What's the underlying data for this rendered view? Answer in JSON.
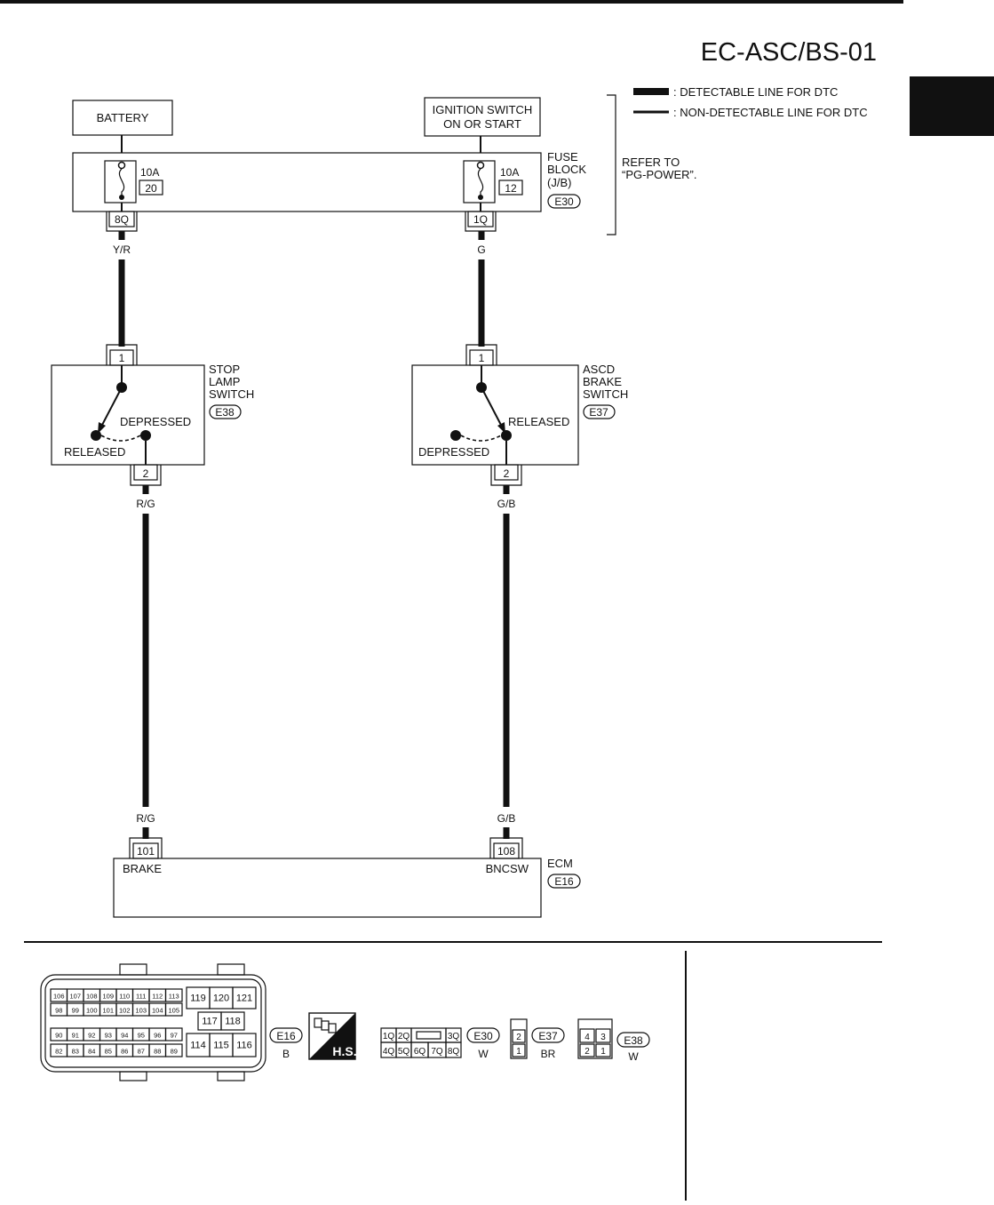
{
  "page_code": "EC-ASC/BS-01",
  "legend": {
    "detectable": ": DETECTABLE LINE FOR DTC",
    "non_detectable": ": NON-DETECTABLE LINE FOR DTC"
  },
  "refer": {
    "line1": "REFER TO",
    "line2": "“PG-POWER”."
  },
  "battery": "BATTERY",
  "ignition": {
    "line1": "IGNITION SWITCH",
    "line2": "ON OR START"
  },
  "fuse_block": {
    "line1": "FUSE",
    "line2": "BLOCK",
    "line3": "(J/B)",
    "connector": "E30",
    "fuse_left": {
      "amps": "10A",
      "number": "20",
      "terminal": "8Q"
    },
    "fuse_right": {
      "amps": "10A",
      "number": "12",
      "terminal": "1Q"
    }
  },
  "wires": {
    "yr": "Y/R",
    "g": "G",
    "rg_top": "R/G",
    "gb_top": "G/B",
    "rg_bottom": "R/G",
    "gb_bottom": "G/B"
  },
  "stop_lamp": {
    "line1": "STOP",
    "line2": "LAMP",
    "line3": "SWITCH",
    "connector": "E38",
    "pin_in": "1",
    "pin_out": "2",
    "depressed": "DEPRESSED",
    "released": "RELEASED"
  },
  "ascd_brake": {
    "line1": "ASCD",
    "line2": "BRAKE",
    "line3": "SWITCH",
    "connector": "E37",
    "pin_in": "1",
    "pin_out": "2",
    "released": "RELEASED",
    "depressed": "DEPRESSED"
  },
  "ecm": {
    "label": "ECM",
    "connector": "E16",
    "pin_left": "101",
    "pin_right": "108",
    "term_left": "BRAKE",
    "term_right": "BNCSW"
  },
  "connector_views": {
    "e16": {
      "rows_left": [
        [
          "106",
          "107",
          "108",
          "109",
          "110",
          "111",
          "112",
          "113"
        ],
        [
          "98",
          "99",
          "100",
          "101",
          "102",
          "103",
          "104",
          "105"
        ],
        [
          "90",
          "91",
          "92",
          "93",
          "94",
          "95",
          "96",
          "97"
        ],
        [
          "82",
          "83",
          "84",
          "85",
          "86",
          "87",
          "88",
          "89"
        ]
      ],
      "right_top": [
        "119",
        "120",
        "121"
      ],
      "right_mid": [
        "117",
        "118"
      ],
      "right_bottom": [
        "114",
        "115",
        "116"
      ],
      "id": "E16",
      "color": "B"
    },
    "hs": "H.S.",
    "e30": {
      "top": [
        "1Q",
        "2Q",
        "",
        "3Q"
      ],
      "bottom": [
        "4Q",
        "5Q",
        "6Q",
        "7Q",
        "8Q"
      ],
      "id": "E30",
      "color": "W"
    },
    "e37": {
      "top": "2",
      "bottom": "1",
      "id": "E37",
      "color": "BR"
    },
    "e38": {
      "top": [
        "4",
        "3"
      ],
      "bottom": [
        "2",
        "1"
      ],
      "id": "E38",
      "color": "W"
    }
  }
}
